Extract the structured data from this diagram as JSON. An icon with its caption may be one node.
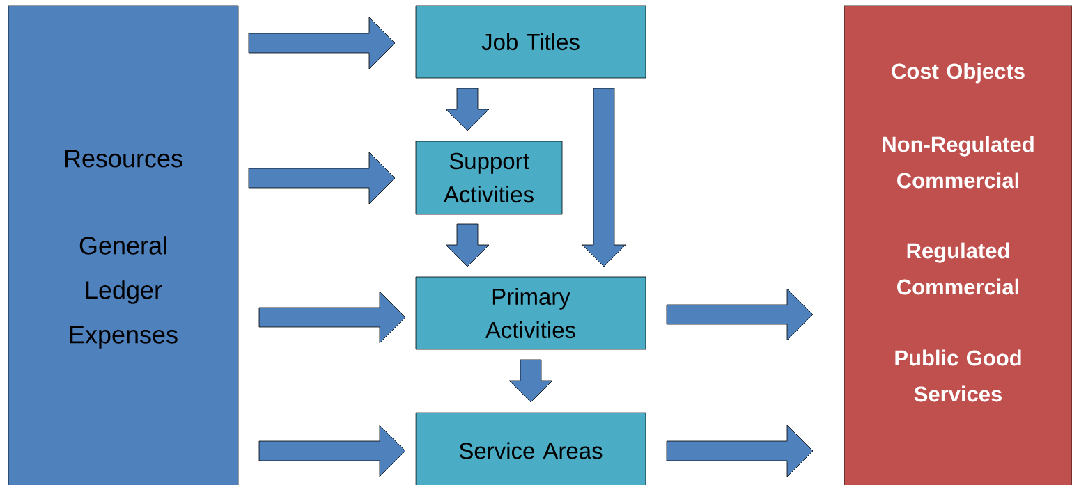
{
  "diagram": {
    "nodes": [
      {
        "text": [
          "Resources",
          "General Ledger Expenses"
        ]
      },
      {
        "text": [
          "Job Titles"
        ]
      },
      {
        "text": [
          "Support Activities"
        ]
      },
      {
        "text": [
          "Primary Activities"
        ]
      },
      {
        "text": [
          "Service Areas"
        ]
      },
      {
        "text": [
          "Cost Objects",
          "Non-Regulated Commercial",
          "Regulated Commercial",
          "Public Good Services"
        ]
      }
    ],
    "edges": [
      {
        "from": 0,
        "to": 1,
        "arrow": "to"
      },
      {
        "from": 0,
        "to": 2,
        "arrow": "to"
      },
      {
        "from": 0,
        "to": 3,
        "arrow": "to"
      },
      {
        "from": 0,
        "to": 4,
        "arrow": "to"
      },
      {
        "from": 1,
        "to": 2,
        "arrow": "to"
      },
      {
        "from": 2,
        "to": 3,
        "arrow": "to"
      },
      {
        "from": 1,
        "to": 3,
        "arrow": "to"
      },
      {
        "from": 3,
        "to": 4,
        "arrow": "to"
      },
      {
        "from": 3,
        "to": 5,
        "arrow": "to"
      },
      {
        "from": 4,
        "to": 5,
        "arrow": "to"
      }
    ]
  }
}
